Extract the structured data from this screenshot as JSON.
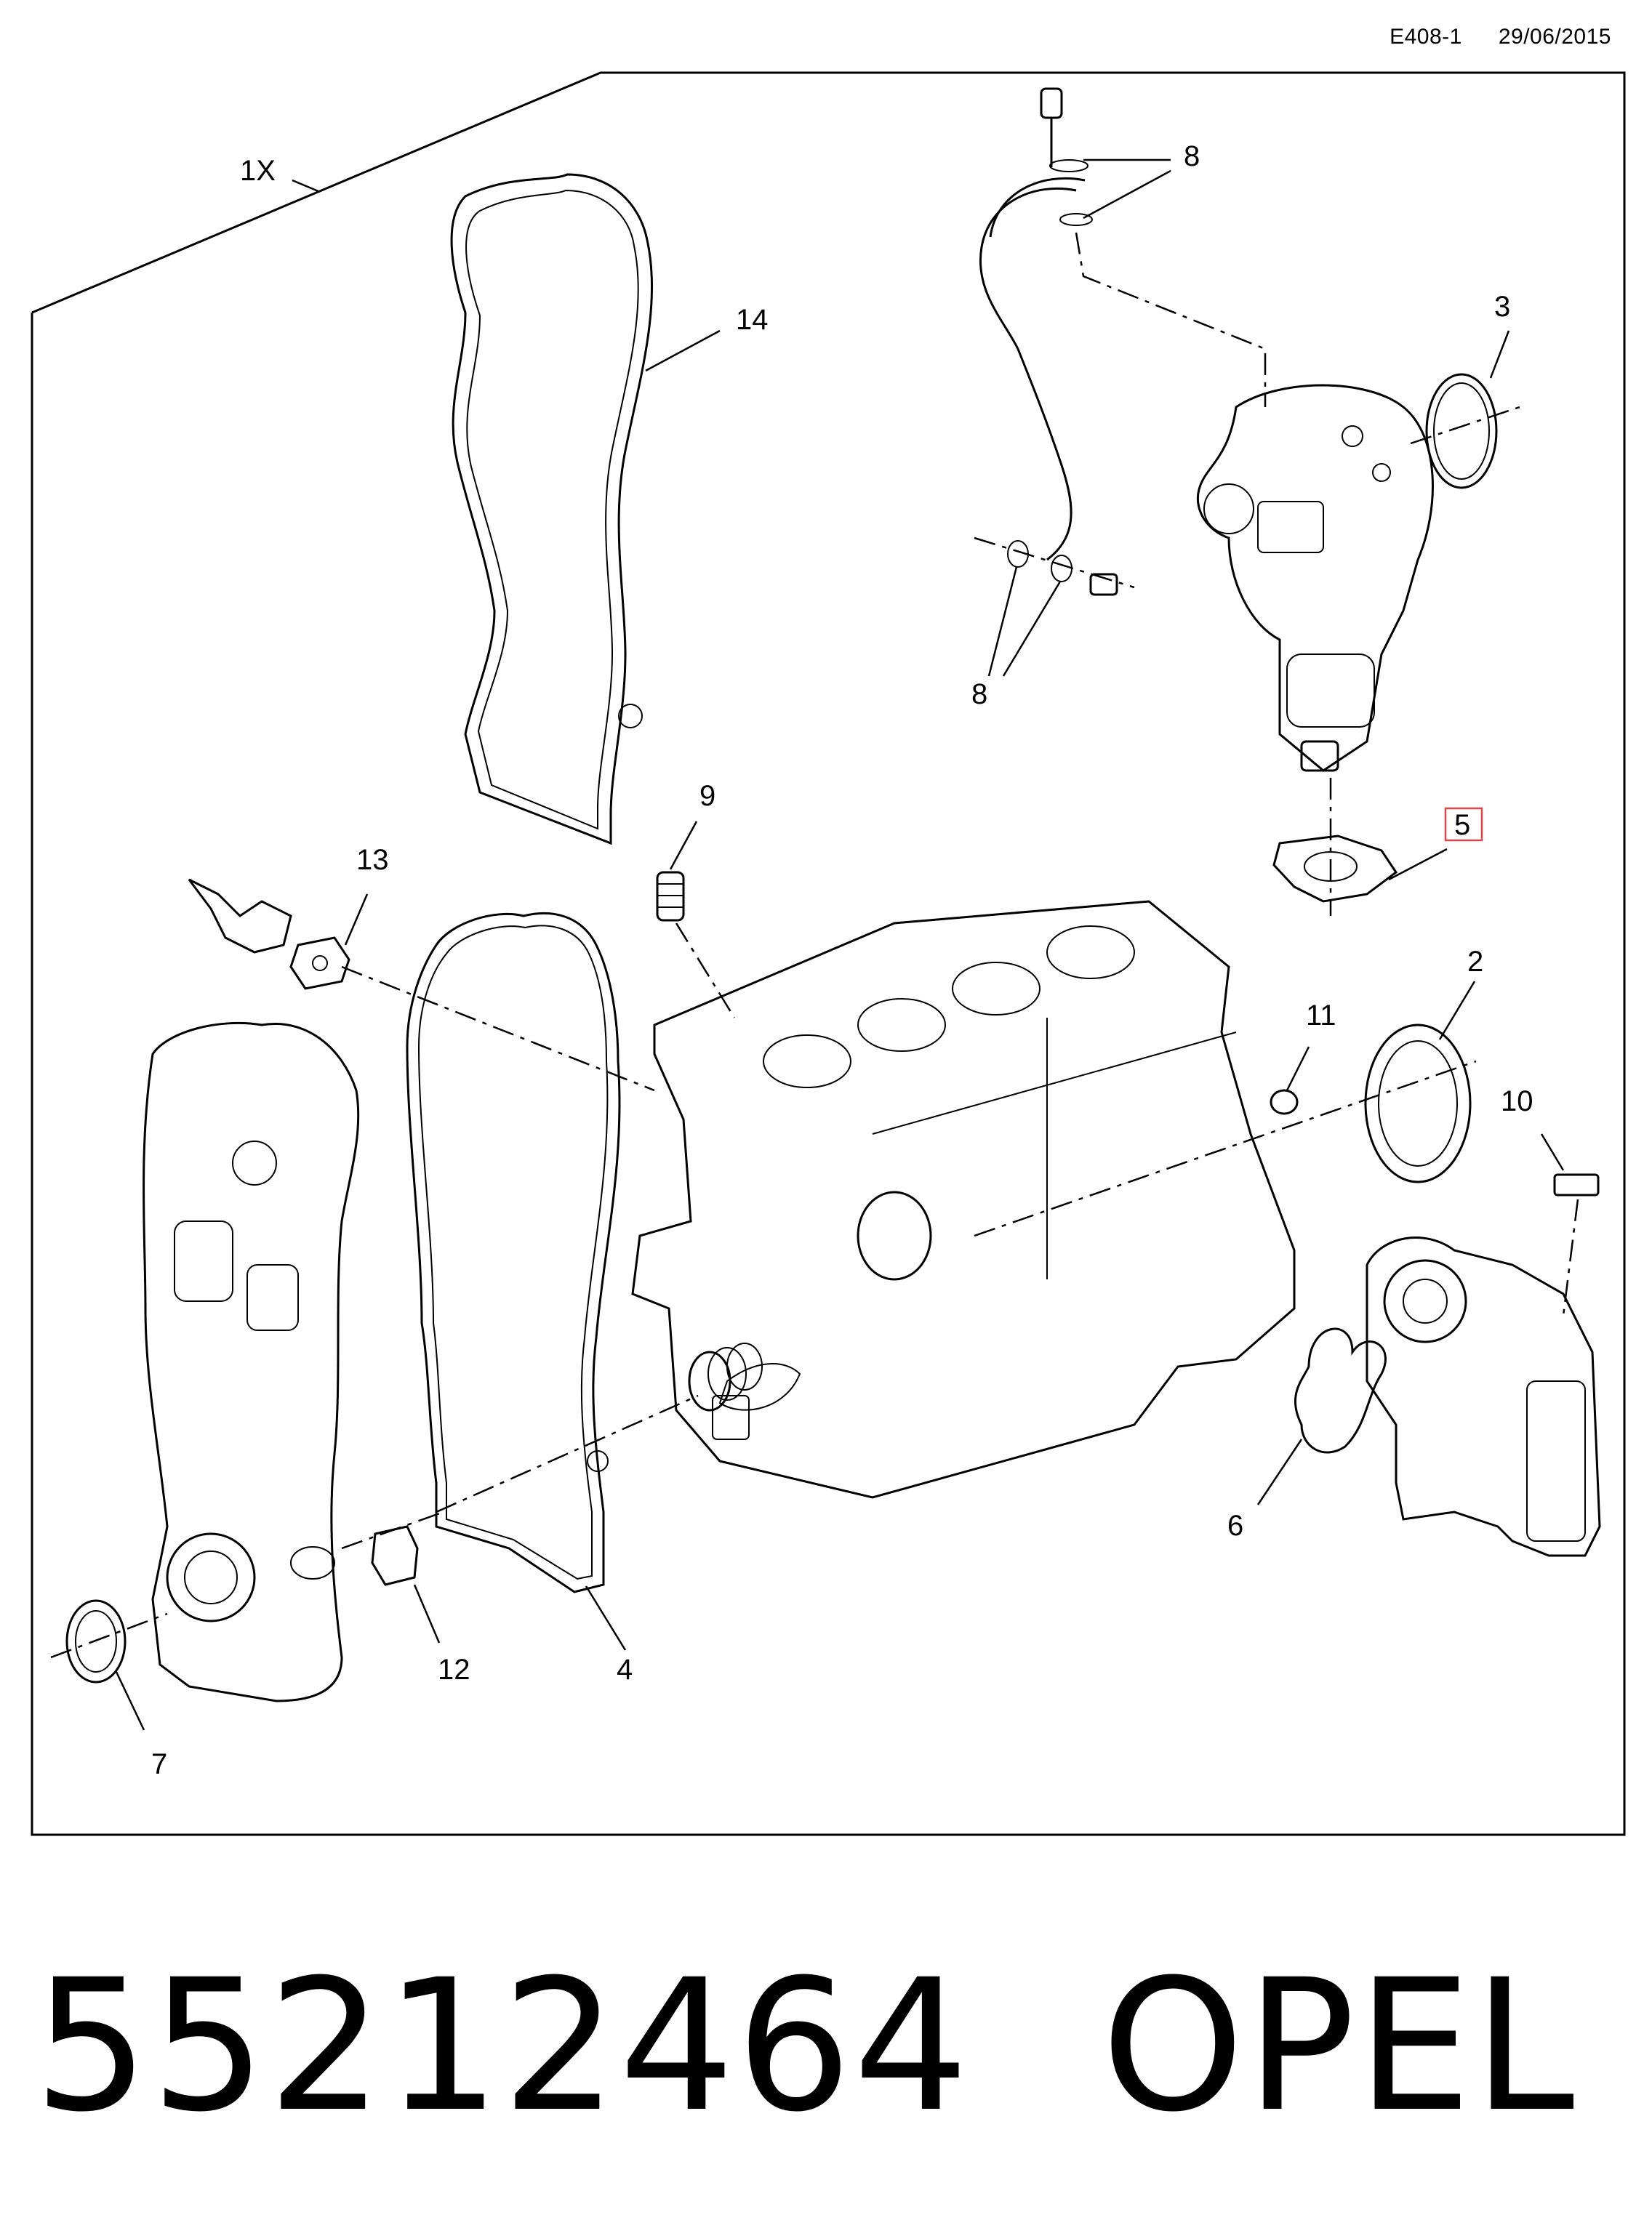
{
  "header": {
    "code": "E408-1",
    "date": "29/06/2015"
  },
  "callouts": {
    "c1x": "1X",
    "c2": "2",
    "c3": "3",
    "c4": "4",
    "c5": "5",
    "c6": "6",
    "c7": "7",
    "c8a": "8",
    "c8b": "8",
    "c9": "9",
    "c10": "10",
    "c11": "11",
    "c12": "12",
    "c13": "13",
    "c14": "14"
  },
  "highlight_color": "#e0454a",
  "footer": {
    "part_number": "55212464",
    "brand": "OPEL"
  }
}
